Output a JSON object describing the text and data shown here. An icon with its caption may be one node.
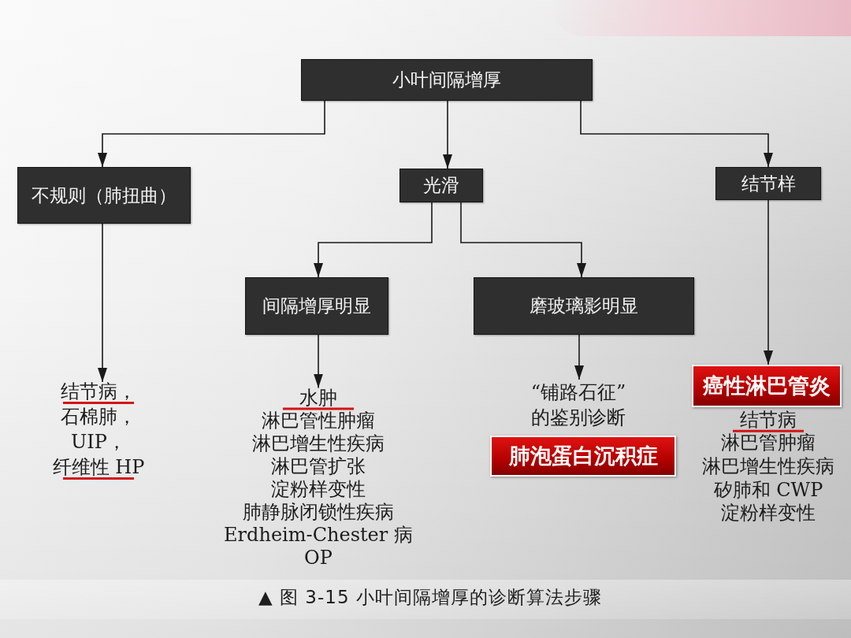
{
  "diagram": {
    "caption": "▲ 图 3-15 小叶间隔增厚的诊断算法步骤",
    "nodes": [
      {
        "text": [
          "小叶间隔增厚"
        ]
      },
      {
        "text": [
          "不规则（肺扭曲）"
        ]
      },
      {
        "text": [
          "光滑"
        ]
      },
      {
        "text": [
          "结节样"
        ]
      },
      {
        "text": [
          "间隔增厚明显"
        ]
      },
      {
        "text": [
          "磨玻璃影明显"
        ]
      },
      {
        "text": [
          "结节病，",
          "石棉肺，",
          "UIP，",
          "纤维性 HP"
        ]
      },
      {
        "text": [
          "水肿",
          "淋巴管性肿瘤",
          "淋巴增生性疾病",
          "淋巴管扩张",
          "淀粉样变性",
          "肺静脉闭锁性疾病",
          "Erdheim-Chester 病",
          "OP"
        ]
      },
      {
        "text": [
          "“铺路石征”的鉴别诊断"
        ]
      },
      {
        "text": [
          "肺泡蛋白沉积症"
        ]
      },
      {
        "text": [
          "癌性淋巴管炎"
        ]
      }
    ],
    "edges": [
      {
        "from": 0,
        "to": 1,
        "arrow": "to"
      },
      {
        "from": 0,
        "to": 2,
        "arrow": "to"
      },
      {
        "from": 0,
        "to": 3,
        "arrow": "to"
      },
      {
        "from": 1,
        "to": 6,
        "arrow": "to"
      },
      {
        "from": 2,
        "to": 4,
        "arrow": "to"
      },
      {
        "from": 2,
        "to": 5,
        "arrow": "to"
      },
      {
        "from": 4,
        "to": 7,
        "arrow": "to"
      },
      {
        "from": 5,
        "to": 8,
        "arrow": "to"
      },
      {
        "from": 3,
        "to": 10,
        "arrow": "to"
      }
    ],
    "labels": [
      "结节病",
      "淋巴管肿瘤",
      "淋巴增生性疾病",
      "矽肺和 CWP",
      "淀粉样变性"
    ]
  }
}
